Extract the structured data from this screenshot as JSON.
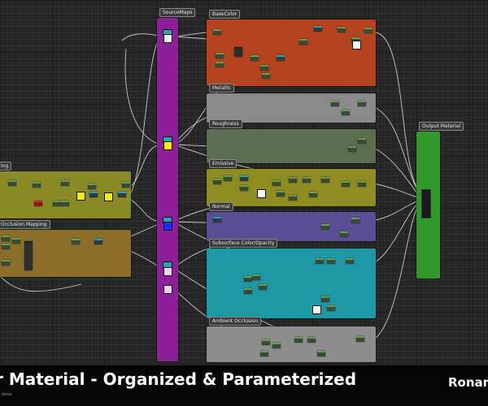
{
  "graph": {
    "comments": {
      "source_maps": "SourceMaps",
      "base_color": "BaseColor",
      "metallic": "Metallic",
      "roughness": "Roughness",
      "emissive": "Emissive",
      "normal": "Normal",
      "subsurface": "Subsurface Color/Opacity",
      "ambient_occlusion": "Ambient Occlusion",
      "output": "Output Material",
      "left_top": "ing",
      "left_occlusion": "Occlusion Mapping"
    }
  },
  "footer": {
    "title": "r Material  - Organized & Parameterized",
    "author": "Ronan",
    "small_text": "done"
  },
  "colors": {
    "source_maps": "#8d1f9b",
    "base_color": "#b5431d",
    "metallic": "#8a8a8a",
    "roughness": "#5b6e4f",
    "emissive": "#8f8c22",
    "normal": "#5a4f94",
    "subsurface": "#1f98a6",
    "ambient_occlusion": "#8d8d8d",
    "output": "#2f9a2a",
    "left_top": "#8a8a26",
    "left_occlusion": "#8a6e2a"
  }
}
